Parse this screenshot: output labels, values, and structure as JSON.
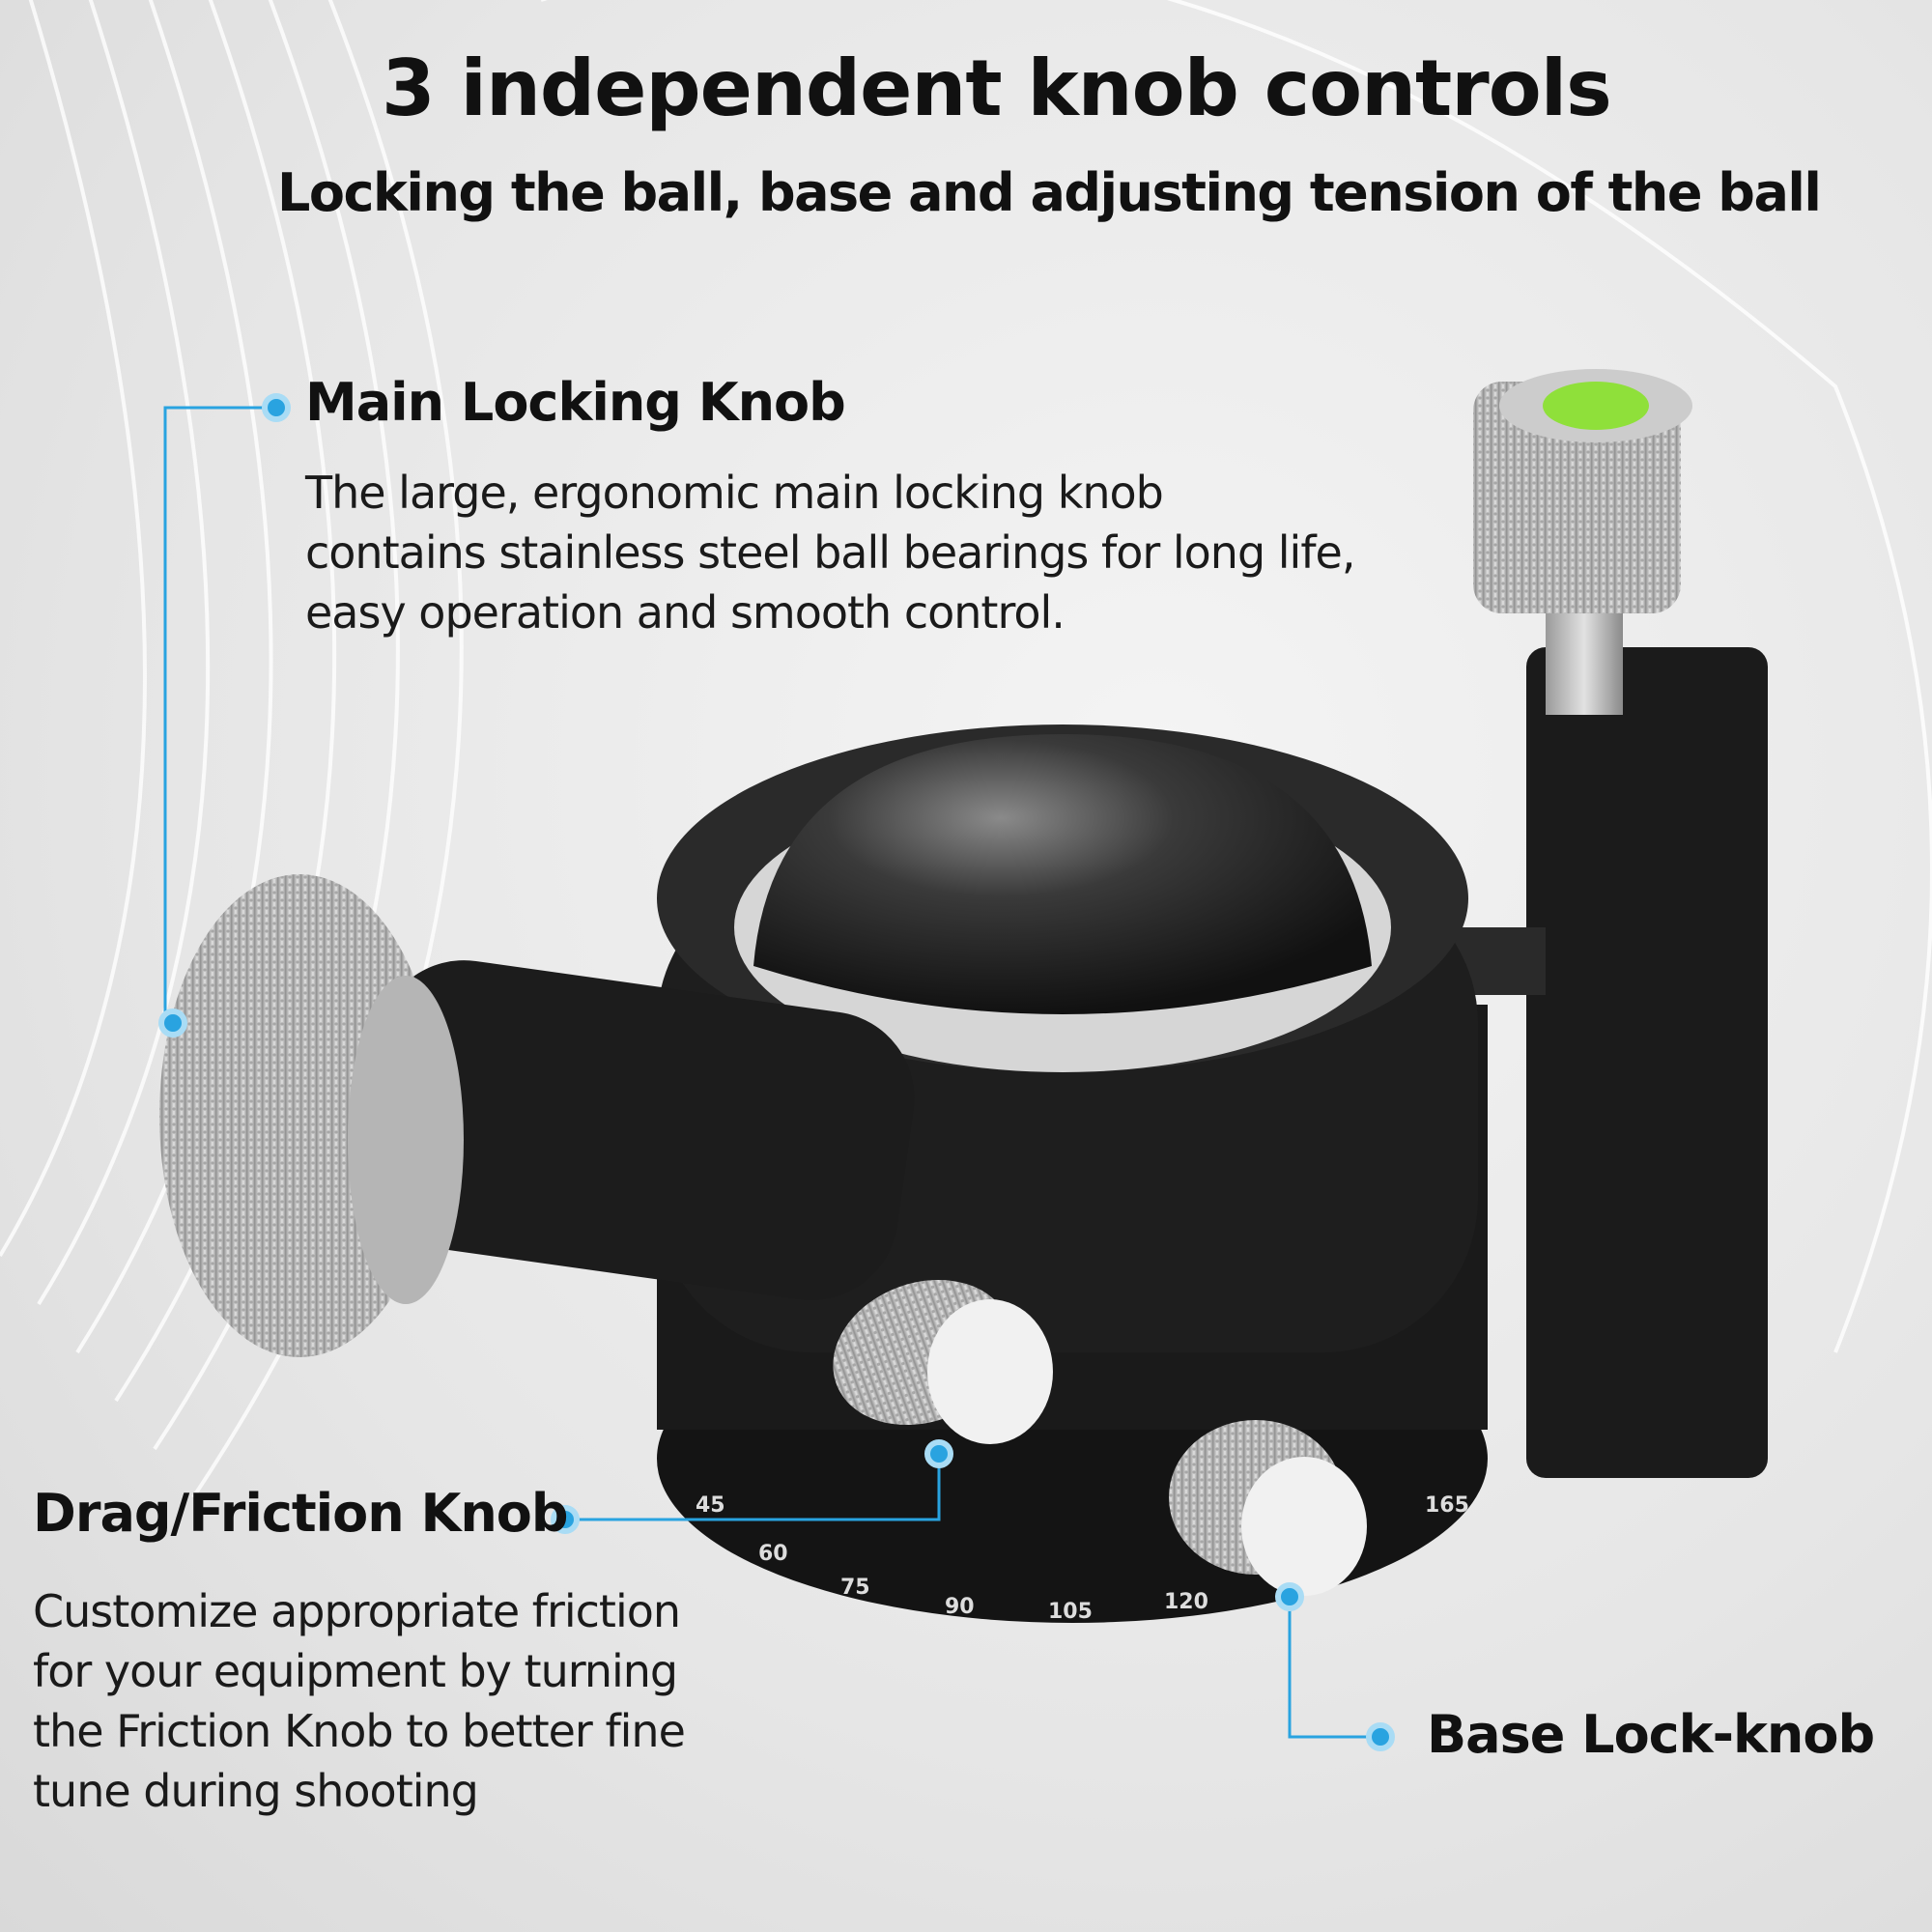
{
  "title": "3 independent knob controls",
  "subtitle": "Locking the ball, base and adjusting tension of the ball",
  "callouts": {
    "main": {
      "heading": "Main Locking Knob",
      "lines": [
        "The large, ergonomic main locking knob",
        "contains stainless steel ball bearings for long life,",
        "easy operation and smooth control."
      ]
    },
    "drag": {
      "heading": "Drag/Friction Knob",
      "lines": [
        "Customize appropriate friction",
        "for your equipment by turning",
        "the Friction Knob to better fine",
        "tune during shooting"
      ]
    },
    "base": {
      "heading": "Base Lock-knob"
    }
  },
  "scale_labels": [
    "45",
    "60",
    "75",
    "90",
    "105",
    "120",
    "165"
  ],
  "colors": {
    "accent": "#29a3e0",
    "bubble_level": "#8fe03a",
    "body": "#1c1c1c",
    "knurl": "#c9c9c9"
  }
}
